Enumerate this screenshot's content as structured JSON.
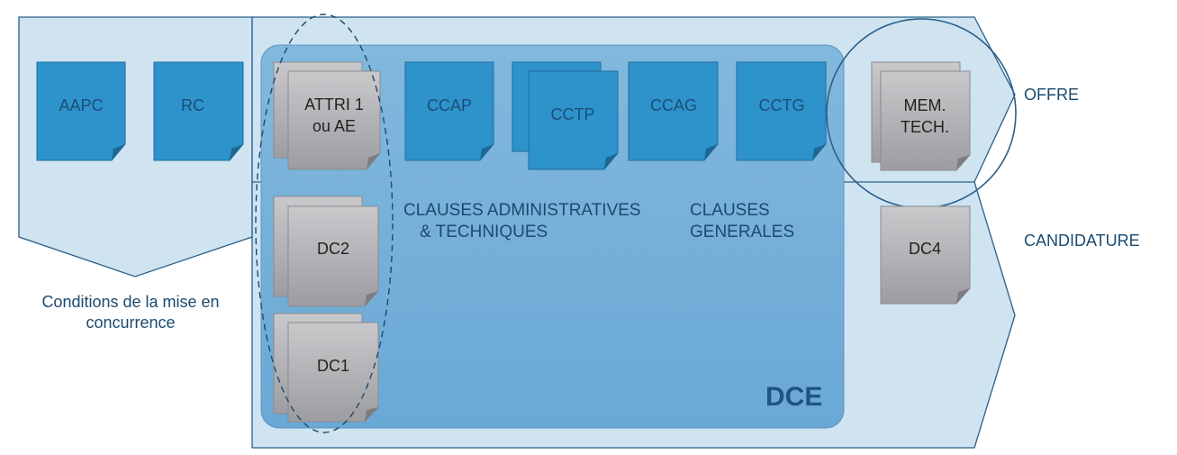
{
  "left_panel": {
    "caption": [
      "Conditions de la mise en",
      "concurrence"
    ]
  },
  "documents": {
    "aapc": "AAPC",
    "rc": "RC",
    "attri": [
      "ATTRI 1",
      "ou AE"
    ],
    "ccap": "CCAP",
    "cctp": "CCTP",
    "ccag": "CCAG",
    "cctg": "CCTG",
    "memtech": [
      "MEM.",
      "TECH."
    ],
    "dc2": "DC2",
    "dc1": "DC1",
    "dc4": "DC4"
  },
  "clauses": {
    "admin": [
      "CLAUSES ADMINISTRATIVES",
      "& TECHNIQUES"
    ],
    "generales": [
      "CLAUSES",
      "GENERALES"
    ]
  },
  "dce_label": "DCE",
  "side_labels": {
    "offre": "OFFRE",
    "candidature": "CANDIDATURE"
  },
  "colors": {
    "panel_fill": "#cfe3f1",
    "panel_stroke": "#2a5f8a",
    "dce_fill": "#79b0d9",
    "blue_doc": "#2e92cb",
    "gray_doc": "#a9a9ac",
    "text_dark": "#1c4a6e"
  }
}
